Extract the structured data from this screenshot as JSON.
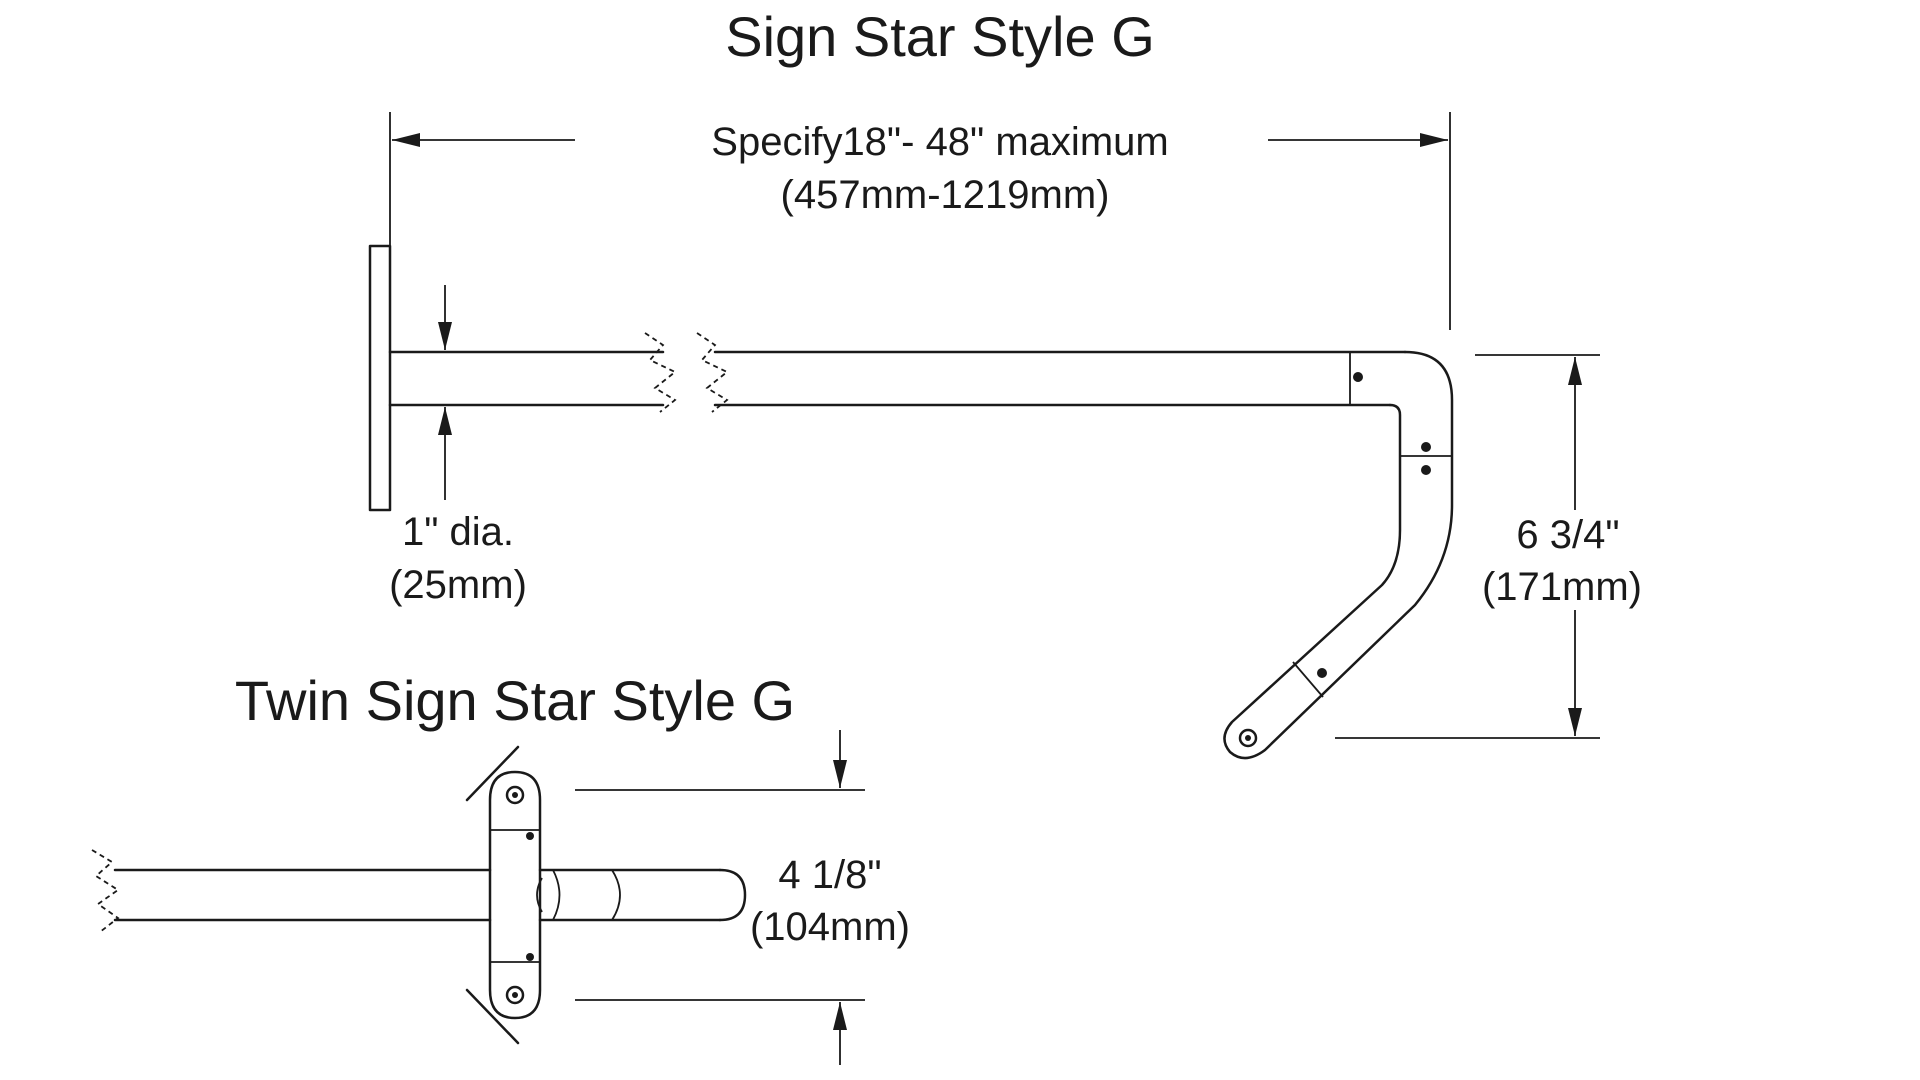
{
  "title_main": "Sign Star Style G",
  "title_twin": "Twin Sign Star Style G",
  "dim_length": {
    "line1": "Specify18\"- 48\" maximum",
    "line2": "(457mm-1219mm)"
  },
  "dim_diameter": {
    "line1": "1\" dia.",
    "line2": "(25mm)"
  },
  "dim_height": {
    "line1": "6 3/4\"",
    "line2": "(171mm)"
  },
  "dim_twin": {
    "line1": "4 1/8\"",
    "line2": "(104mm)"
  },
  "colors": {
    "line": "#1a1a1a",
    "background": "#ffffff"
  }
}
